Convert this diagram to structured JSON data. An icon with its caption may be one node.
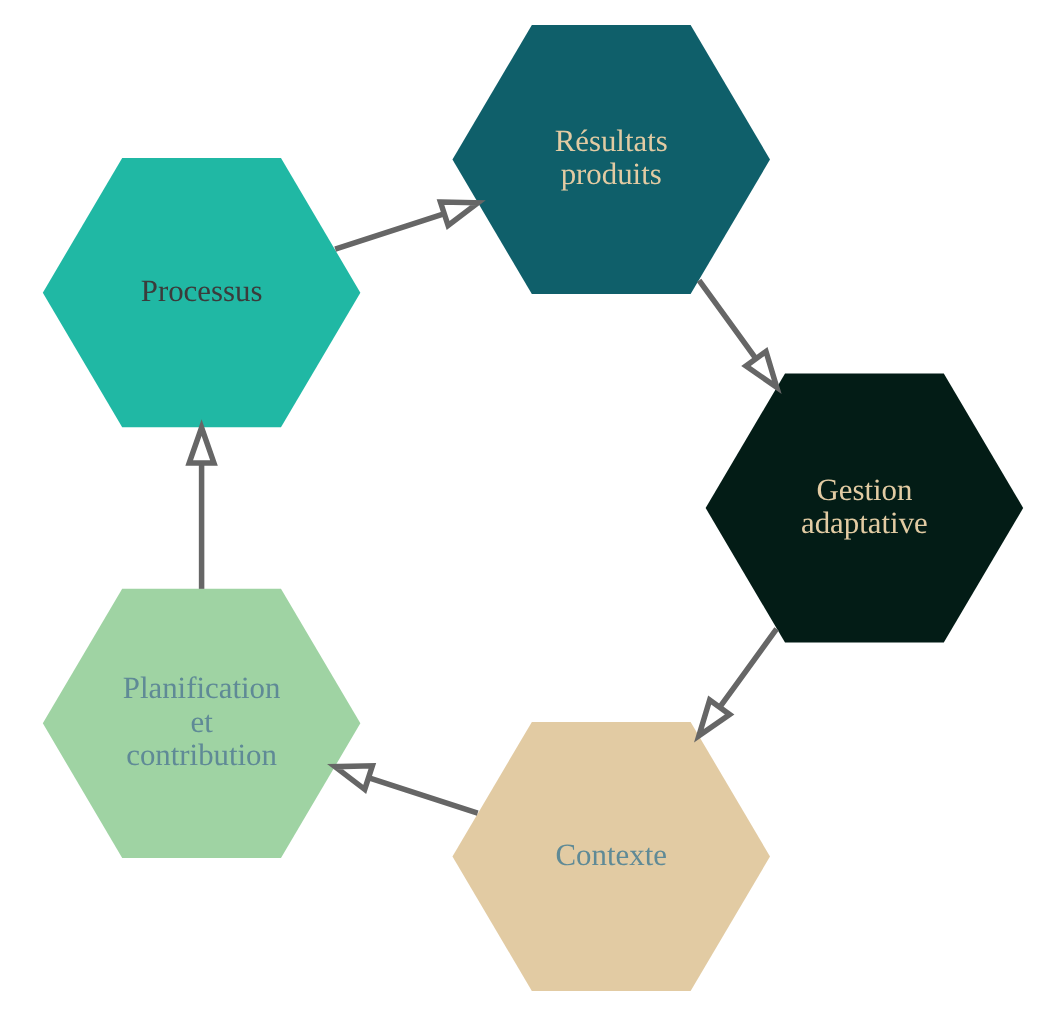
{
  "diagram": {
    "nodes": [
      {
        "text": [
          "Contexte"
        ]
      },
      {
        "text": [
          "Planification et contribution"
        ]
      },
      {
        "text": [
          "Processus"
        ]
      },
      {
        "text": [
          "Résultats produits"
        ]
      },
      {
        "text": [
          "Gestion adaptative"
        ]
      }
    ],
    "edges": [
      {
        "from": 0,
        "to": 1,
        "arrow": "to"
      },
      {
        "from": 1,
        "to": 2,
        "arrow": "to"
      },
      {
        "from": 2,
        "to": 3,
        "arrow": "to"
      },
      {
        "from": 3,
        "to": 4,
        "arrow": "to"
      },
      {
        "from": 4,
        "to": 0,
        "arrow": "to"
      }
    ]
  }
}
